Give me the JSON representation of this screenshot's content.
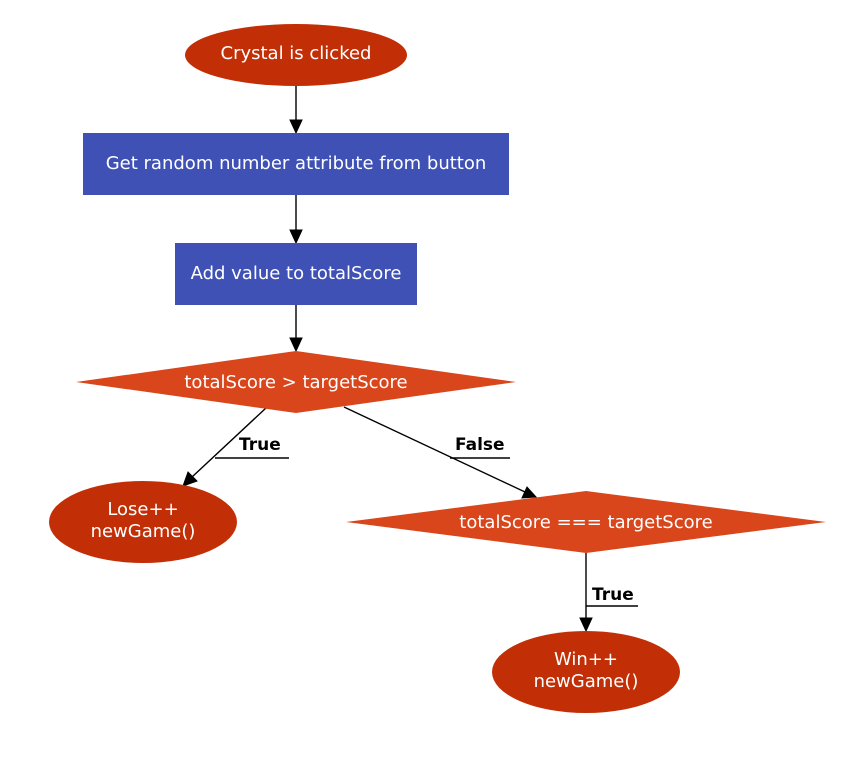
{
  "diagram": {
    "colors": {
      "terminal": "#c22f07",
      "process": "#3f51b5",
      "decision": "#d9461b",
      "edge": "#000000",
      "node_text": "#ffffff"
    },
    "nodes": {
      "start": {
        "shape": "ellipse",
        "lines": [
          "Crystal is clicked"
        ]
      },
      "get_random": {
        "shape": "rect",
        "lines": [
          "Get random number attribute from button"
        ]
      },
      "add_value": {
        "shape": "rect",
        "lines": [
          "Add value to totalScore"
        ]
      },
      "decision_greater": {
        "shape": "diamond",
        "lines": [
          "totalScore > targetScore"
        ]
      },
      "lose": {
        "shape": "ellipse",
        "lines": [
          "Lose++",
          "newGame()"
        ]
      },
      "decision_equal": {
        "shape": "diamond",
        "lines": [
          "totalScore === targetScore"
        ]
      },
      "win": {
        "shape": "ellipse",
        "lines": [
          "Win++",
          "newGame()"
        ]
      }
    },
    "edges": {
      "start_to_get": {
        "from": "start",
        "to": "get_random",
        "label": ""
      },
      "get_to_add": {
        "from": "get_random",
        "to": "add_value",
        "label": ""
      },
      "add_to_decision": {
        "from": "add_value",
        "to": "decision_greater",
        "label": ""
      },
      "greater_true": {
        "from": "decision_greater",
        "to": "lose",
        "label": "True"
      },
      "greater_false": {
        "from": "decision_greater",
        "to": "decision_equal",
        "label": "False"
      },
      "equal_true": {
        "from": "decision_equal",
        "to": "win",
        "label": "True"
      }
    }
  }
}
